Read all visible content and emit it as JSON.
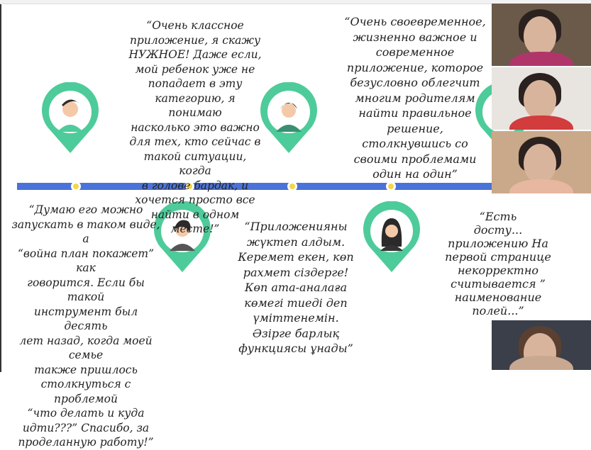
{
  "quotes": {
    "top1": "“Очень классное\nприложение, я скажу\nНУЖНОЕ!  Даже если,\nмой ребенок уже не\nпопадает в эту\nкатегорию, я понимаю\nнасколько это важно\nдля тех, кто сейчас в\nтакой ситуации, когда\nв голове бардак, и\nхочется просто все\nнайти в одном месте!”",
    "top2": "“Очень своевременное,\nжизненно важное и\nсовременное\nприложение, которое\nбезусловно облегчит\nмногим родителям\nнайти правильное\nрешение,\nстолкнувшись со\nсвоими проблемами\nодин на один”",
    "bottom1": "“Думаю его можно\nзапускать в таком виде, а\n“война план покажет” как\nговорится. Если бы такой\nинструмент был десять\nлет назад, когда моей семье\nтакже пришлось\nстолкнуться с проблемой\n“что делать и куда\nидти???” Спасибо, за\nпроделанную работу!”",
    "bottom2": "“Приложенияны\nжүктеп алдым.\nКеремет екен, көп\nрахмет сіздерге!\nКөп ата-аналаға\nкөмегі тиеді деп\nүміттенемін.\nӘзірге барлық\nфункциясы ұнады”",
    "bottom3": "“Есть\nдосту...\nприложению На\nпервой странице\nнекорректно\nсчитывается ”\nнаименование\nполей...”"
  },
  "colors": {
    "timeline": "#4a72d9",
    "pin": "#4ecb9a",
    "dot": "#f3d64a"
  }
}
